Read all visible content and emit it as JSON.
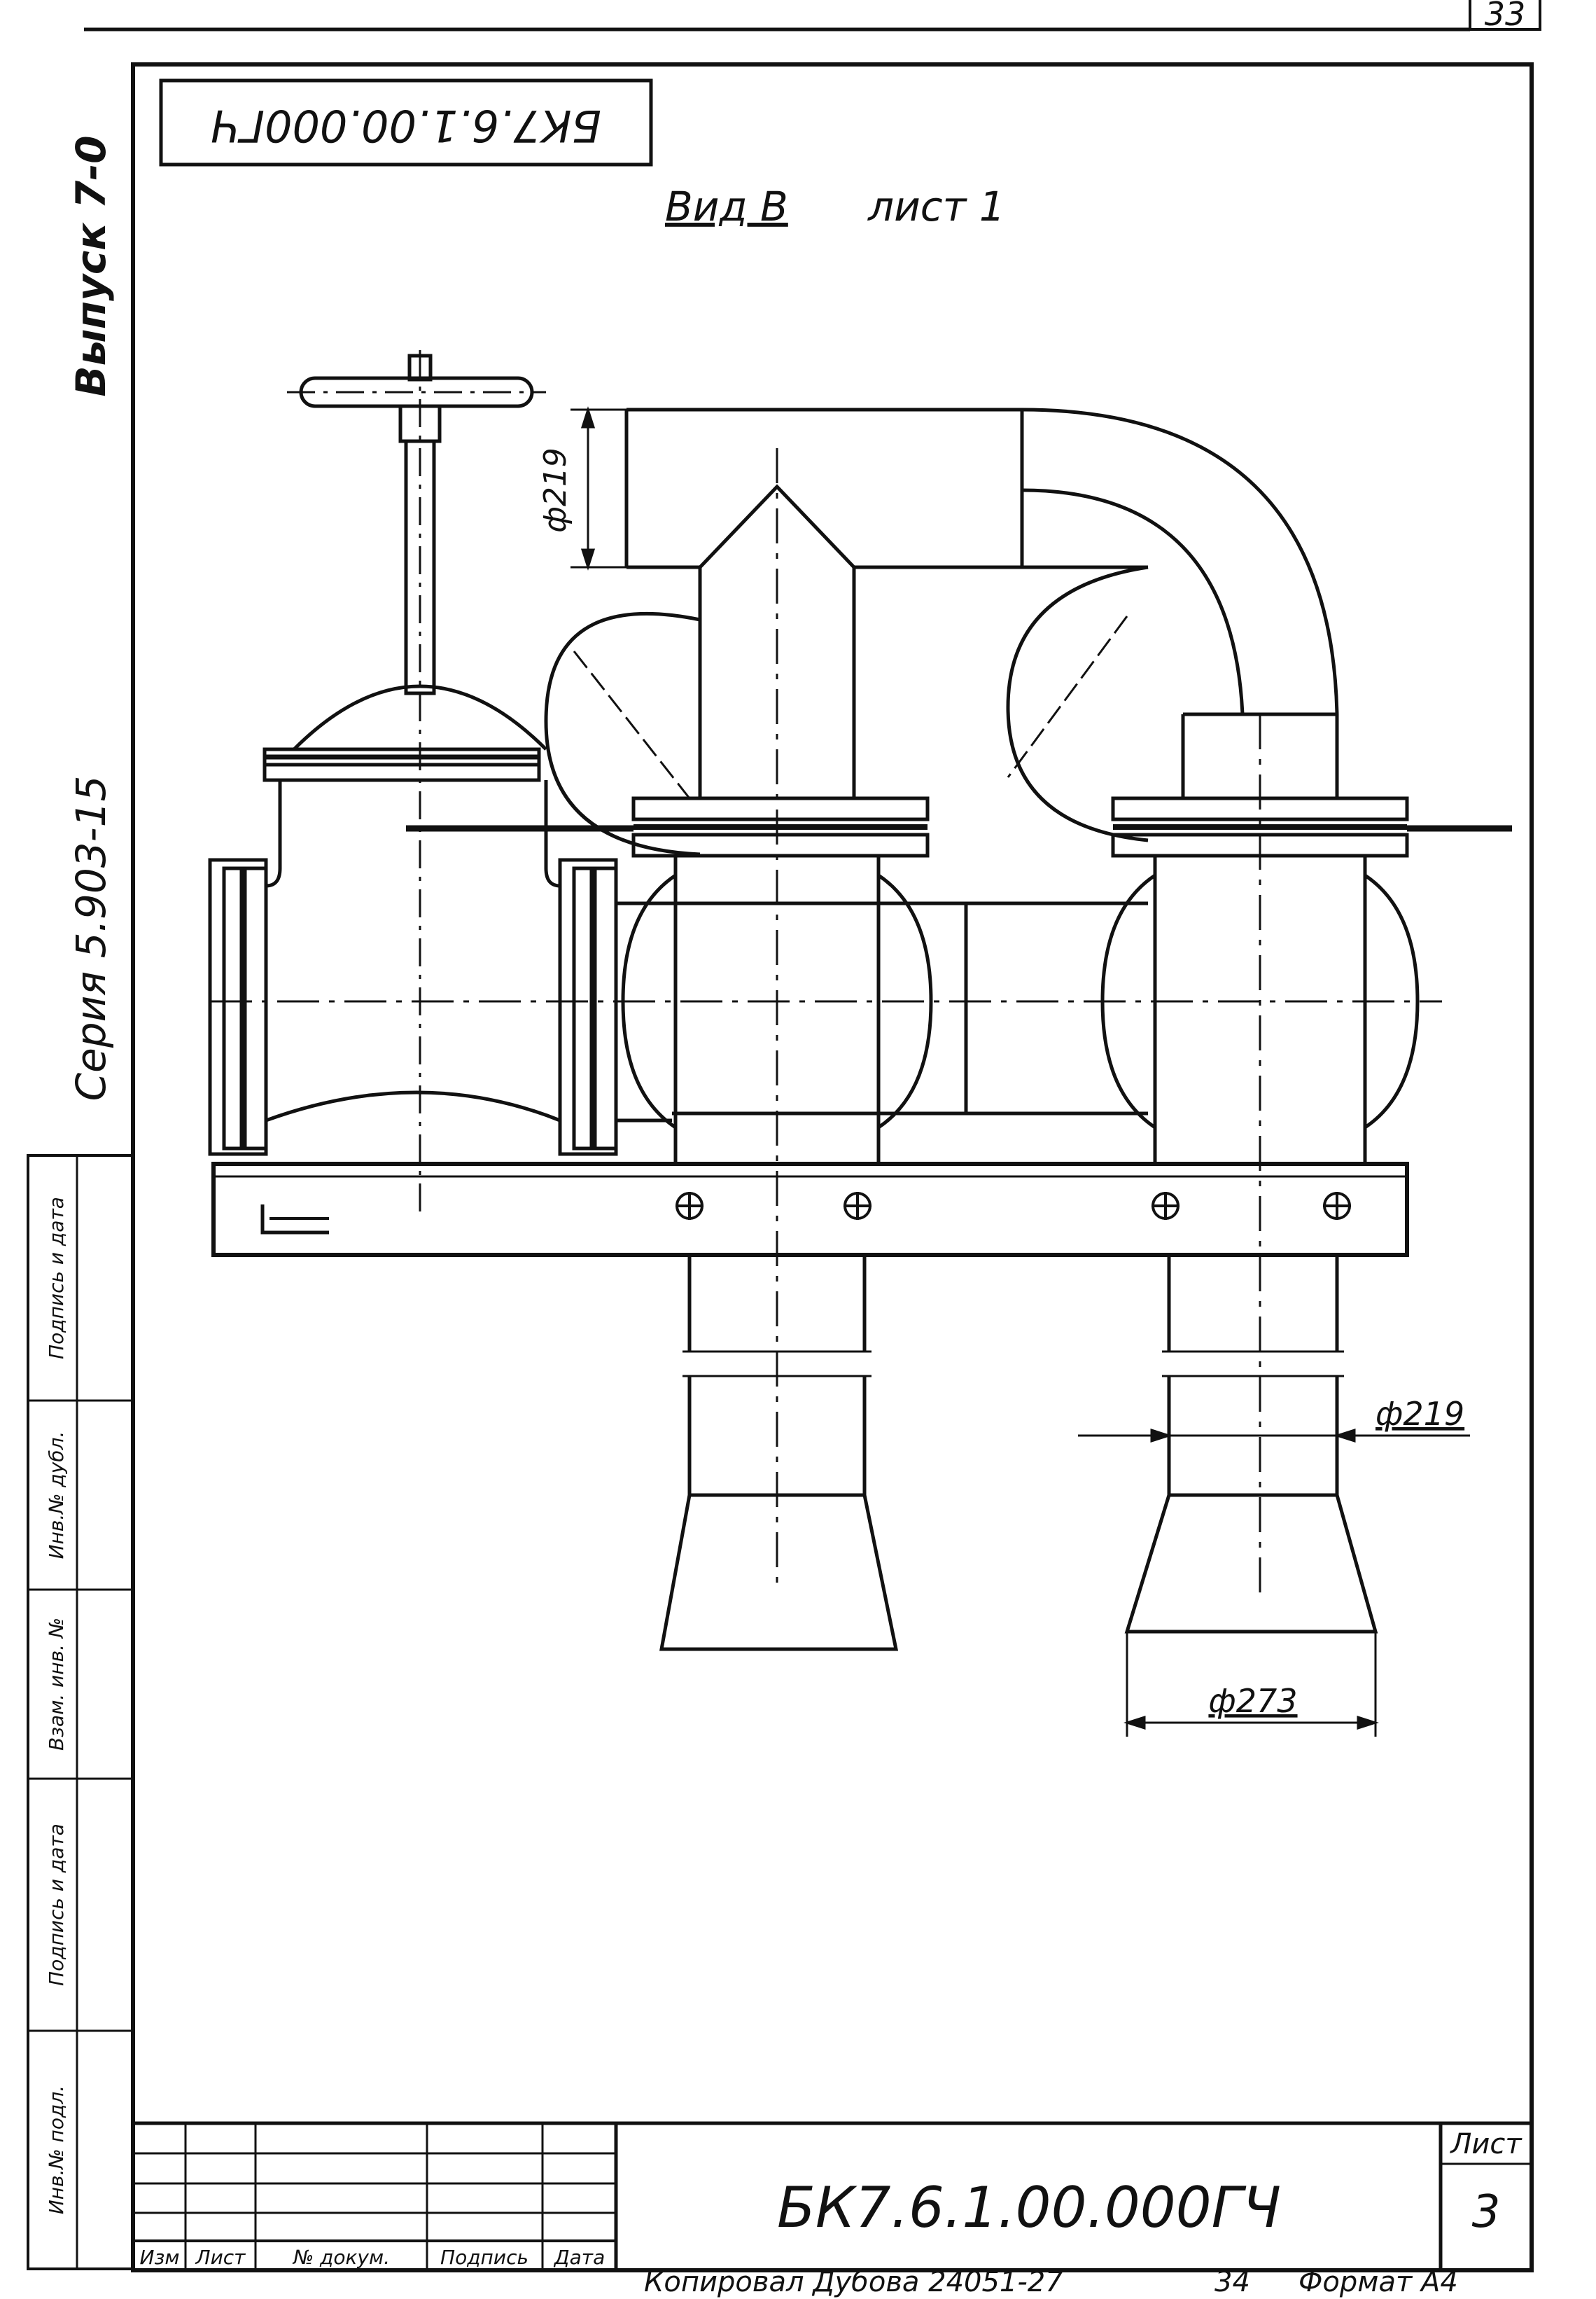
{
  "sheet_number_top": "33",
  "doc_code_mirrored": "БК7.6.1.00.000ГЧ",
  "view_title": "Вид В",
  "view_ref": "лист 1",
  "side": {
    "issue": "Выпуск 7-0",
    "series": "Серия 5.903-15"
  },
  "side_stamp": [
    "Инв.№ подл.",
    "Подпись и дата",
    "Взам. инв. №",
    "Инв.№ дубл.",
    "Подпись и дата"
  ],
  "dims": {
    "d_top": "ф219",
    "d_right": "ф219",
    "d_bottom": "ф273"
  },
  "title_block": {
    "code": "БК7.6.1.00.000ГЧ",
    "sheet_label": "Лист",
    "sheet_no": "3",
    "columns": [
      "Изм",
      "Лист",
      "№ докум.",
      "Подпись",
      "Дата"
    ]
  },
  "footer": {
    "copied": "Копировал Дубова 24051-27",
    "page": "34",
    "format": "Формат А4"
  }
}
